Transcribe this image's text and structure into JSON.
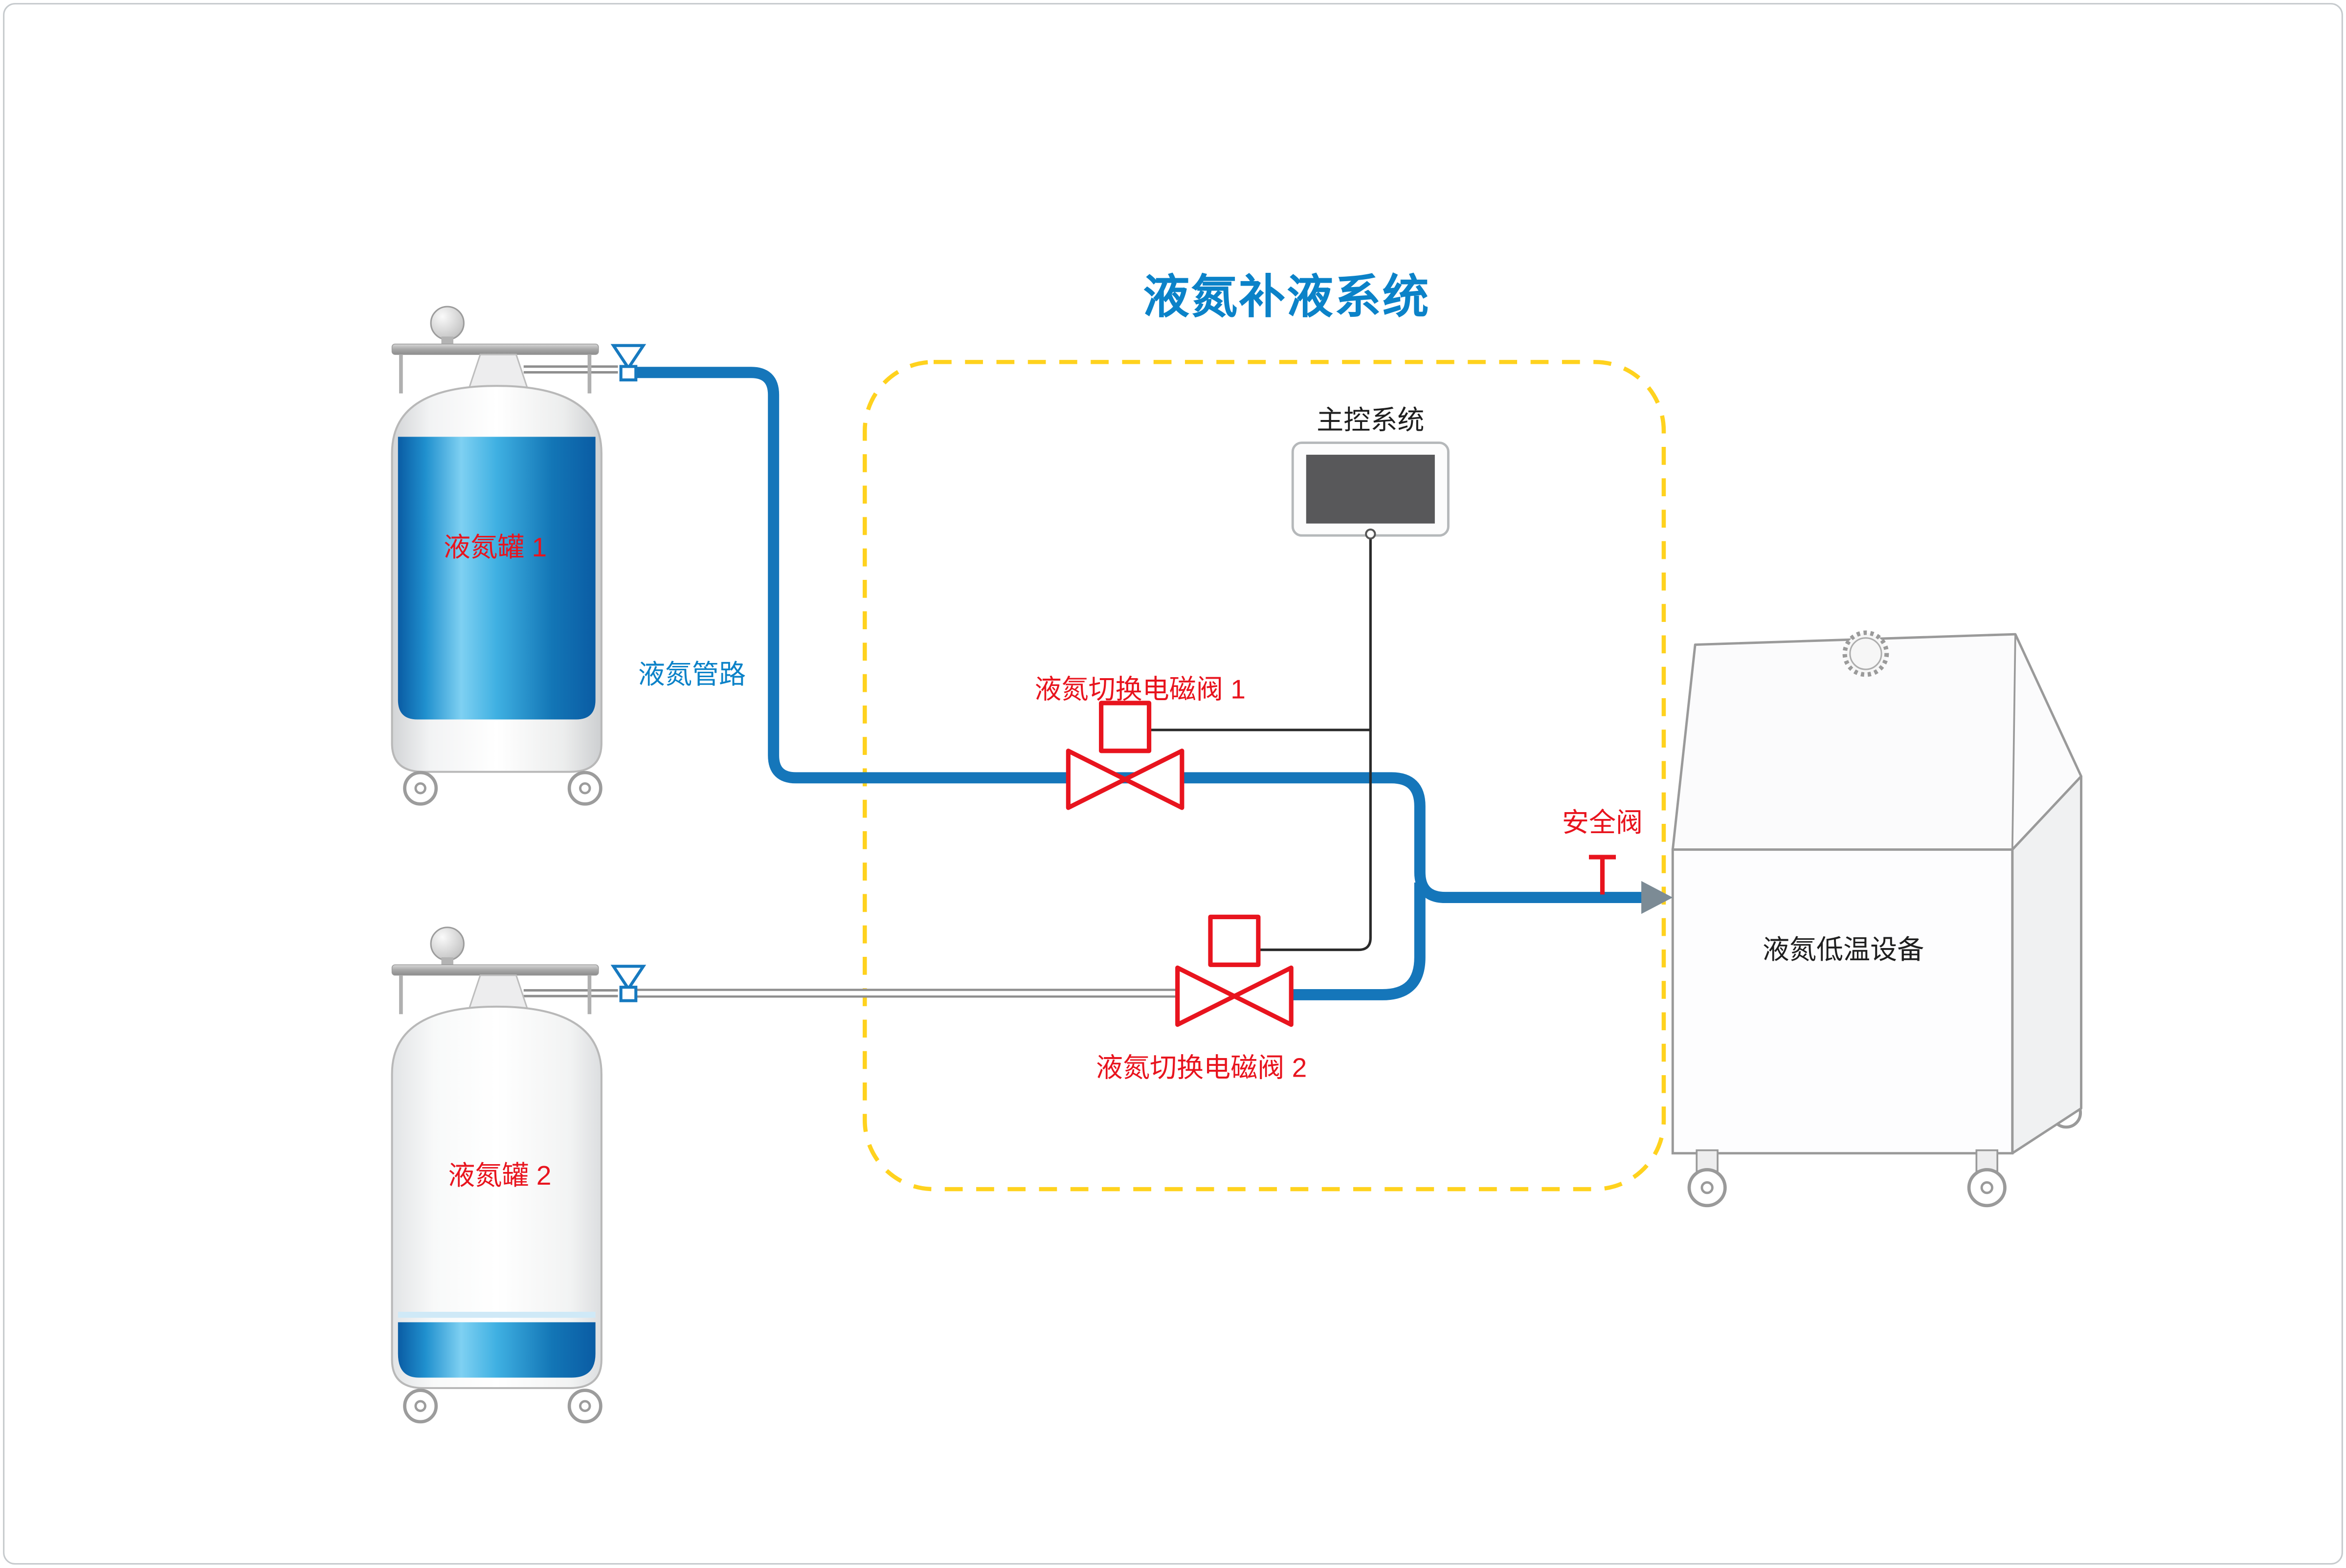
{
  "title": "液氮补液系统",
  "tanks": [
    {
      "label": "液氮罐 1"
    },
    {
      "label": "液氮罐 2"
    }
  ],
  "labels": {
    "pipeline": "液氮管路",
    "valve1": "液氮切换电磁阀 1",
    "valve2": "液氮切换电磁阀 2",
    "control_system": "主控系统",
    "safety_valve": "安全阀",
    "equipment": "液氮低温设备"
  },
  "colors": {
    "title_blue": "#0b82c8",
    "pipe_blue": "#1576ba",
    "label_red": "#e8141e",
    "boundary_yellow": "#ffd21e",
    "liquid_blue": "#2da7e0",
    "screen_gray": "#58585a",
    "line_gray": "#8f8f8f"
  }
}
